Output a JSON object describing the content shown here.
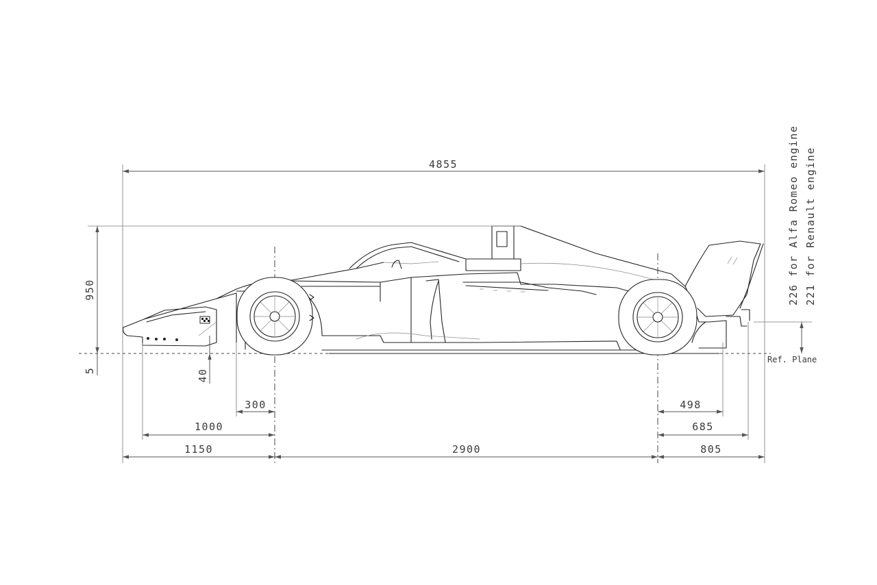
{
  "drawing": {
    "overall_length": "4855",
    "overall_height": "950",
    "ground_clearance_front": "5",
    "nose_height": "40",
    "front_overhang_300": "300",
    "front_overhang_1000": "1000",
    "front_overhang_1150": "1150",
    "wheelbase": "2900",
    "rear_498": "498",
    "rear_685": "685",
    "rear_overhang": "805",
    "reference_plane": "Ref. Plane",
    "note_alfa": "226 for Alfa Romeo engine",
    "note_renault": "221 for Renault engine"
  },
  "colors": {
    "line": "#555555",
    "text": "#3a3a3a",
    "background": "#ffffff"
  }
}
